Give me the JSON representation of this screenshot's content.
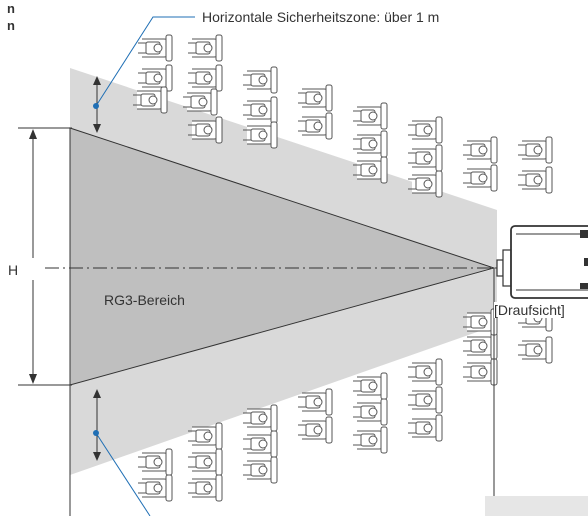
{
  "texts": {
    "cropped_line_1": "n",
    "cropped_line_2": "n",
    "horizontal_zone_label": "Horizontale Sicherheitszone: über 1 m",
    "height_label": "H",
    "rg3_label": "RG3-Bereich",
    "view_label": "[Draufsicht]"
  },
  "icons": {
    "person": "seated-person-icon",
    "projector": "projector-top-view-icon",
    "leader_dot": "leader-dot-icon"
  },
  "colors": {
    "safety_zone": "#d9d9d9",
    "rg3_area": "#bfbfbf",
    "lines": "#333333",
    "person_stroke": "#555555",
    "person_fill": "#ffffff",
    "leader": "#1f6fb5"
  }
}
